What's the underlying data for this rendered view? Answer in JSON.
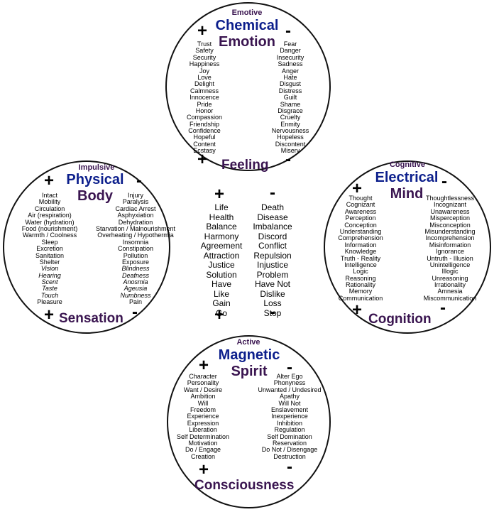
{
  "emotive": {
    "type": "Emotive",
    "title_line1": "Chemical",
    "title_line2": "Emotion",
    "bottom": "Feeling",
    "plus": "+",
    "minus": "-",
    "positive": [
      "Trust",
      "Safety",
      "Security",
      "Happiness",
      "Joy",
      "Love",
      "Delight",
      "Calmness",
      "Innocence",
      "Pride",
      "Honor",
      "Compassion",
      "Friendship",
      "Confidence",
      "Hopeful",
      "Content",
      "Ecstasy"
    ],
    "negative": [
      "Fear",
      "Danger",
      "Insecurity",
      "Sadness",
      "Anger",
      "Hate",
      "Disgust",
      "Distress",
      "Guilt",
      "Shame",
      "Disgrace",
      "Cruelty",
      "Enmity",
      "Nervousness",
      "Hopeless",
      "Discontent",
      "Misery"
    ]
  },
  "impulsive": {
    "type": "Impulsive",
    "title_line1": "Physical",
    "title_line2": "Body",
    "bottom": "Sensation",
    "plus": "+",
    "minus": "-",
    "positive": [
      "Intact",
      "Mobility",
      "Circulation",
      "Air (respiration)",
      "Water (hydration)",
      "Food (nourishment)",
      "Warmth / Coolness",
      "Sleep",
      "Excretion",
      "Sanitation",
      "Shelter",
      "Vision",
      "Hearing",
      "Scent",
      "Taste",
      "Touch",
      "Pleasure"
    ],
    "negative": [
      "Injury",
      "Paralysis",
      "Cardiac Arrest",
      "Asphyxiation",
      "Dehydration",
      "Starvation / Malnourishment",
      "Overheating / Hypothermia",
      "Insomnia",
      "Constipation",
      "Pollution",
      "Exposure",
      "Blindness",
      "Deafness",
      "Anosmia",
      "Ageusia",
      "Numbness",
      "Pain"
    ]
  },
  "cognitive": {
    "type": "Cognitive",
    "title_line1": "Electrical",
    "title_line2": "Mind",
    "bottom": "Cognition",
    "plus": "+",
    "minus": "-",
    "positive": [
      "Thought",
      "Cognizant",
      "Awareness",
      "Perception",
      "Conception",
      "Understanding",
      "Comprehension",
      "Information",
      "Knowledge",
      "Truth - Reality",
      "Intelligence",
      "Logic",
      "Reasoning",
      "Rationality",
      "Memory",
      "Communication"
    ],
    "negative": [
      "Thoughtlessness",
      "Incognizant",
      "Unawareness",
      "Misperception",
      "Misconception",
      "Misunderstanding",
      "Incomprehension",
      "Misinformation",
      "Ignorance",
      "Untruth - Illusion",
      "Unintelligence",
      "Illogic",
      "Unreasoning",
      "Irrationality",
      "Amnesia",
      "Miscommunication"
    ]
  },
  "active": {
    "type": "Active",
    "title_line1": "Magnetic",
    "title_line2": "Spirit",
    "bottom": "Consciousness",
    "plus": "+",
    "minus": "-",
    "positive": [
      "Character",
      "Personality",
      "Want / Desire",
      "Ambition",
      "Will",
      "Freedom",
      "Experience",
      "Expression",
      "Liberation",
      "Self Determination",
      "Motivation",
      "Do / Engage",
      "Creation"
    ],
    "negative": [
      "Alter Ego",
      "Phonyness",
      "Unwanted / Undesired",
      "Apathy",
      "Will Not",
      "Enslavement",
      "Inexperience",
      "Inhibition",
      "Regulation",
      "Self Domination",
      "Reservation",
      "Do Not / Disengage",
      "Destruction"
    ]
  },
  "center": {
    "plus": "+",
    "minus": "-",
    "positive": [
      "Life",
      "Health",
      "Balance",
      "Harmony",
      "Agreement",
      "Attraction",
      "Justice",
      "Solution",
      "Have",
      "Like",
      "Gain",
      "Go"
    ],
    "negative": [
      "Death",
      "Disease",
      "Imbalance",
      "Discord",
      "Conflict",
      "Repulsion",
      "Injustice",
      "Problem",
      "Have Not",
      "Dislike",
      "Loss",
      "Stop"
    ]
  }
}
